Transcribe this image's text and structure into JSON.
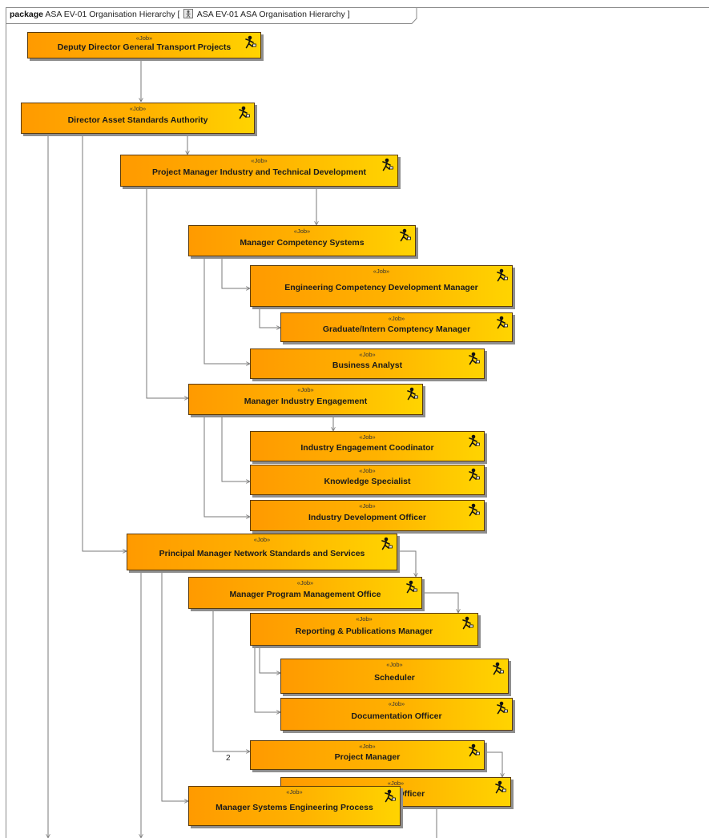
{
  "package": {
    "keyword": "package",
    "name": "ASA EV-01 Organisation Hierarchy",
    "bracket_open": "[",
    "diagram_name": "ASA EV-01 ASA Organisation Hierarchy",
    "bracket_close": "]"
  },
  "stereotype": "«Job»",
  "jobs": [
    {
      "id": "deputy",
      "name": "Deputy Director General Transport Projects"
    },
    {
      "id": "director",
      "name": "Director Asset Standards Authority"
    },
    {
      "id": "pm-industry",
      "name": "Project Manager Industry and Technical Development"
    },
    {
      "id": "mgr-competency",
      "name": "Manager Competency Systems"
    },
    {
      "id": "eng-competency",
      "name": "Engineering Competency Development Manager"
    },
    {
      "id": "graduate",
      "name": "Graduate/Intern Comptency Manager"
    },
    {
      "id": "business-analyst",
      "name": "Business Analyst"
    },
    {
      "id": "mgr-industry-eng",
      "name": "Manager Industry Engagement"
    },
    {
      "id": "industry-coord",
      "name": "Industry Engagement Coodinator"
    },
    {
      "id": "knowledge",
      "name": "Knowledge Specialist"
    },
    {
      "id": "industry-dev",
      "name": "Industry Development Officer"
    },
    {
      "id": "principal",
      "name": "Principal Manager Network Standards and Services"
    },
    {
      "id": "pmo",
      "name": "Manager Program Management Office"
    },
    {
      "id": "reporting",
      "name": "Reporting & Publications Manager"
    },
    {
      "id": "scheduler",
      "name": "Scheduler"
    },
    {
      "id": "documentation",
      "name": "Documentation Officer"
    },
    {
      "id": "project-manager",
      "name": "Project Manager"
    },
    {
      "id": "project-officer",
      "name": "Project Officer"
    },
    {
      "id": "systems-eng",
      "name": "Manager Systems Engineering Process"
    }
  ],
  "multiplicities": [
    {
      "id": "pm-mult",
      "text": "2"
    }
  ],
  "colors": {
    "box_left": "#ff9a00",
    "box_right": "#ffd400",
    "connector": "#7a7a7a"
  }
}
